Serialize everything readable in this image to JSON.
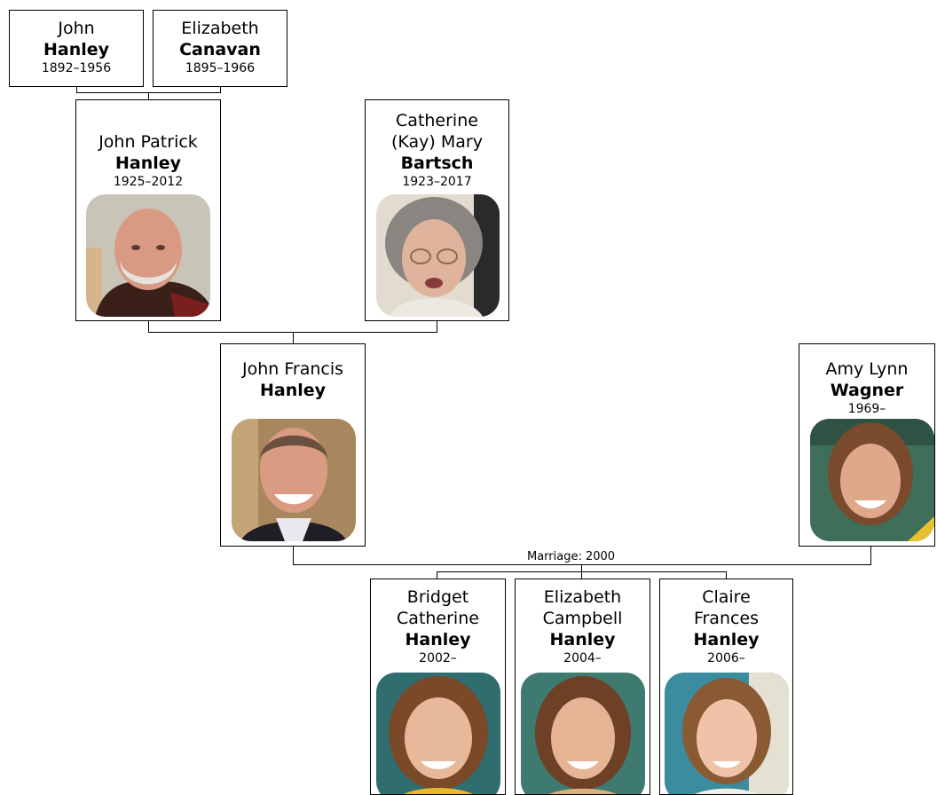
{
  "people": {
    "john_hanley": {
      "given": "John",
      "surname": "Hanley",
      "dates": "1892–1956"
    },
    "elizabeth_canavan": {
      "given": "Elizabeth",
      "surname": "Canavan",
      "dates": "1895–1966"
    },
    "john_patrick_hanley": {
      "given": "John Patrick",
      "surname": "Hanley",
      "dates": "1925–2012",
      "photo": "portrait-older-man-white-beard"
    },
    "catherine_bartsch": {
      "given": "Catherine\n(Kay) Mary",
      "surname": "Bartsch",
      "dates": "1923–2017",
      "photo": "portrait-older-woman-glasses"
    },
    "john_francis_hanley": {
      "given": "John Francis",
      "surname": "Hanley",
      "dates": "",
      "photo": "portrait-man-smiling"
    },
    "amy_lynn_wagner": {
      "given": "Amy Lynn",
      "surname": "Wagner",
      "dates": "1969–",
      "photo": "portrait-woman-brown-hair"
    },
    "bridget_catherine_hanley": {
      "given": "Bridget\nCatherine",
      "surname": "Hanley",
      "dates": "2002–",
      "photo": "portrait-girl-brown-hair"
    },
    "elizabeth_campbell_hanley": {
      "given": "Elizabeth\nCampbell",
      "surname": "Hanley",
      "dates": "2004–",
      "photo": "portrait-girl-brown-hair"
    },
    "claire_frances_hanley": {
      "given": "Claire\nFrances",
      "surname": "Hanley",
      "dates": "2006–",
      "photo": "portrait-girl-light-brown-hair"
    }
  },
  "marriages": {
    "john_francis_amy": {
      "label": "Marriage: 2000"
    }
  },
  "colors": {
    "line": "#000000",
    "card_border": "#000000",
    "background": "#ffffff"
  }
}
